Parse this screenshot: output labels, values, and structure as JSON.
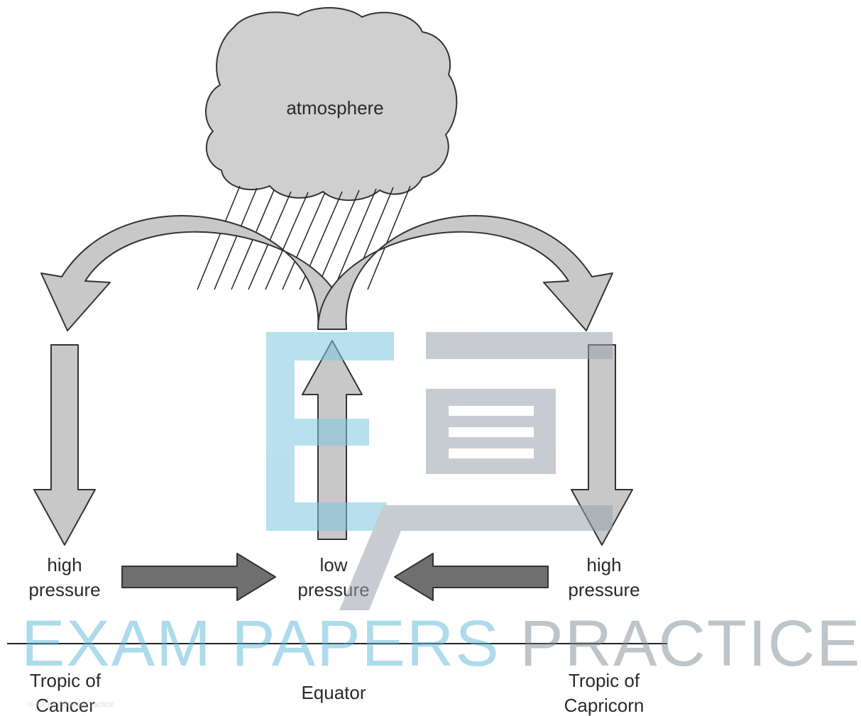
{
  "labels": {
    "atmosphere": "atmosphere",
    "left_pressure_line1": "high",
    "left_pressure_line2": "pressure",
    "center_pressure_line1": "low",
    "center_pressure_line2": "pressure",
    "right_pressure_line1": "high",
    "right_pressure_line2": "pressure",
    "left_tropic_line1": "Tropic of",
    "left_tropic_line2": "Cancer",
    "equator": "Equator",
    "right_tropic_line1": "Tropic of",
    "right_tropic_line2": "Capricorn"
  },
  "watermark": {
    "text_part1": "EXAM ",
    "text_part2": "PAPERS ",
    "text_part3": "PRACTICE",
    "copyright": "© Exam Papers Practice"
  },
  "colors": {
    "arrow_light": "#c8c8c8",
    "arrow_dark": "#6f6f6f",
    "outline": "#333333",
    "cloud": "#cfcfcf",
    "watermark_blue": "#5fb8d9",
    "watermark_gray": "#7d8a96"
  }
}
